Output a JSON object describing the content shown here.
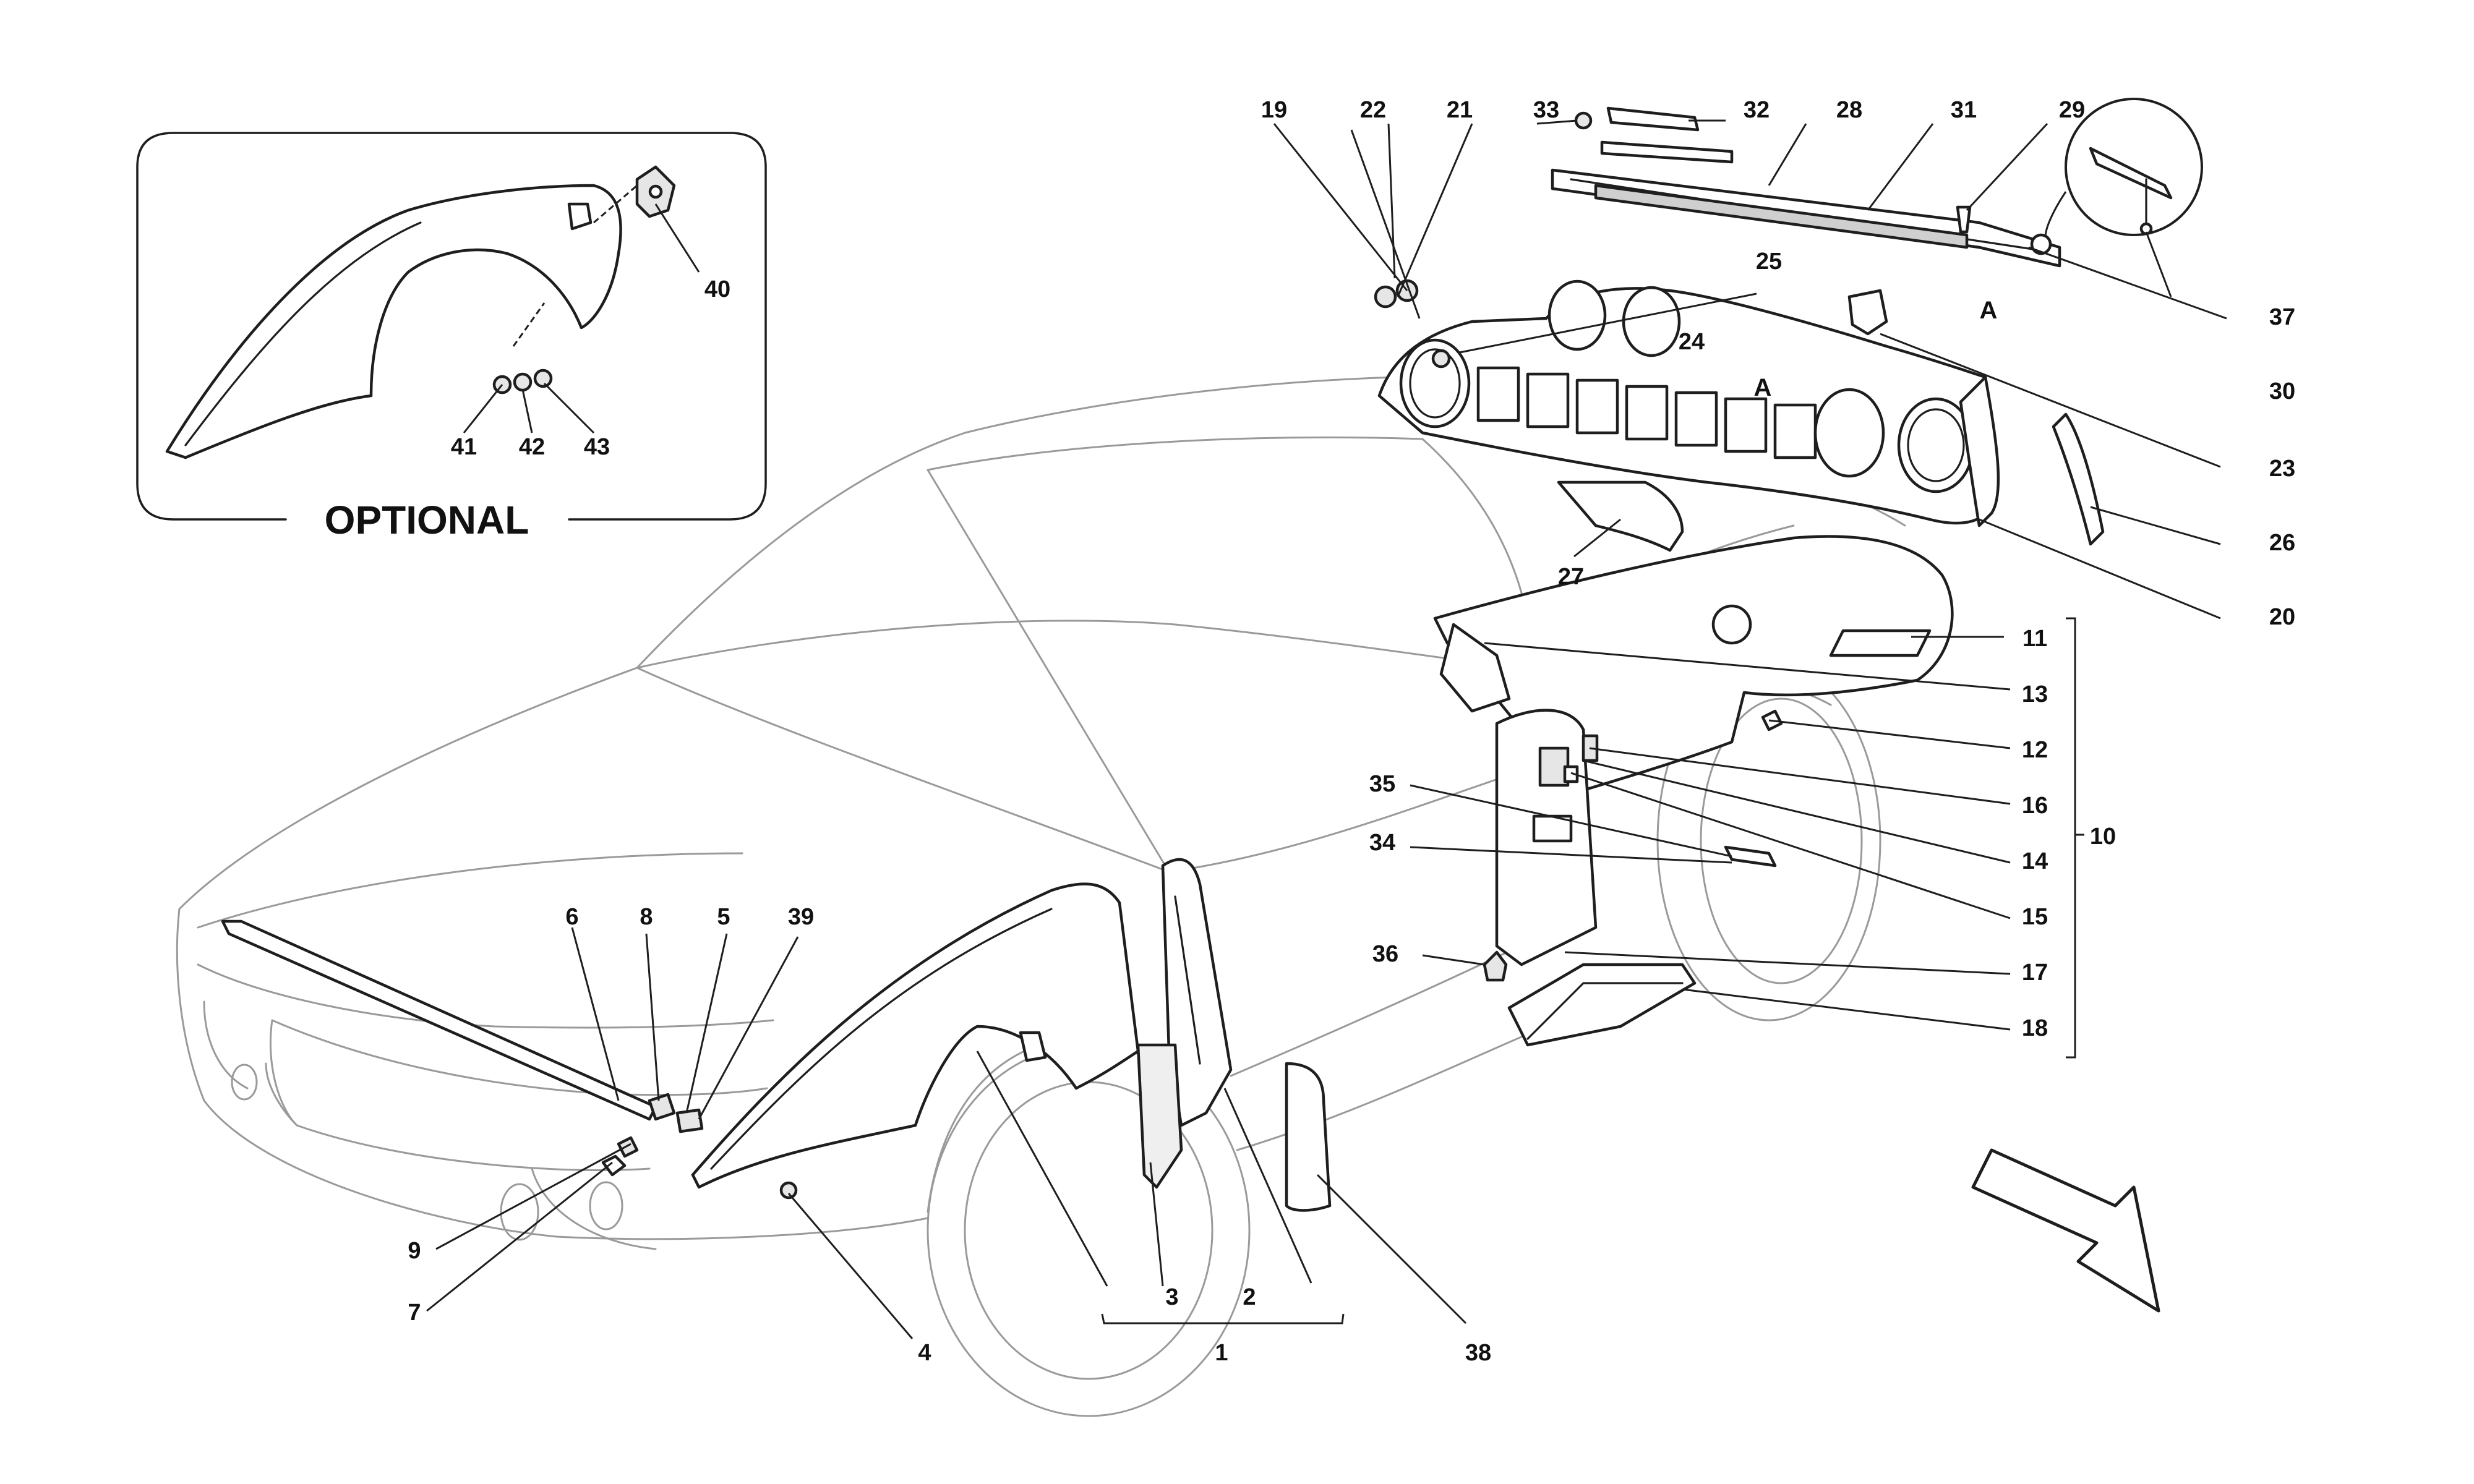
{
  "diagram": {
    "inset": {
      "title": "OPTIONAL",
      "callouts": [
        "40",
        "41",
        "42",
        "43"
      ]
    },
    "section_marks": [
      "A",
      "A"
    ],
    "groups": {
      "group_1": "1",
      "group_10": "10"
    },
    "callouts": {
      "c1": "1",
      "c2": "2",
      "c3": "3",
      "c4": "4",
      "c5": "5",
      "c6": "6",
      "c7": "7",
      "c8": "8",
      "c9": "9",
      "c10": "10",
      "c11": "11",
      "c12": "12",
      "c13": "13",
      "c14": "14",
      "c15": "15",
      "c16": "16",
      "c17": "17",
      "c18": "18",
      "c19": "19",
      "c20": "20",
      "c21": "21",
      "c22": "22",
      "c23": "23",
      "c24": "24",
      "c25": "25",
      "c26": "26",
      "c27": "27",
      "c28": "28",
      "c29": "29",
      "c30": "30",
      "c31": "31",
      "c32": "32",
      "c33": "33",
      "c34": "34",
      "c35": "35",
      "c36": "36",
      "c37": "37",
      "c38": "38",
      "c39": "39",
      "c40": "40",
      "c41": "41",
      "c42": "42",
      "c43": "43"
    },
    "arrow": {
      "direction": "front",
      "icon": "direction-arrow-icon"
    },
    "colors": {
      "ink": "#1e1e1e",
      "car_outline": "#9a9a9a",
      "background": "#ffffff"
    }
  }
}
